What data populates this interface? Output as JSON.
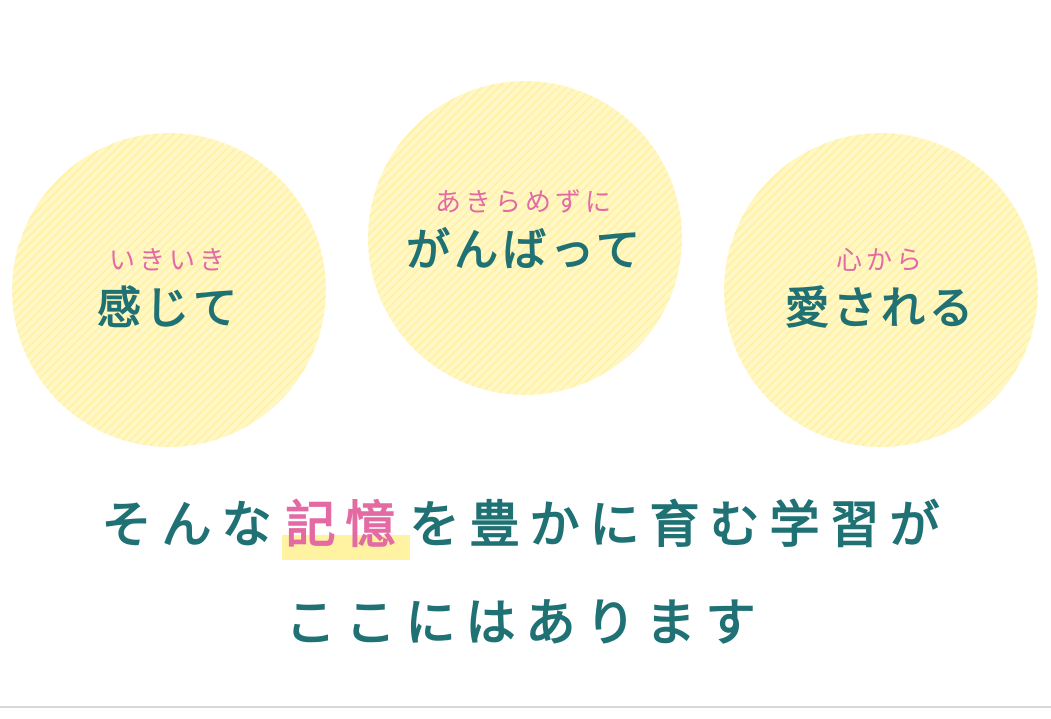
{
  "circles": [
    {
      "sub": "いきいき",
      "main": "感じて"
    },
    {
      "sub": "あきらめずに",
      "main": "がんばって"
    },
    {
      "sub": "心から",
      "main": "愛される"
    }
  ],
  "headline": {
    "line1_before": "そんな",
    "line1_highlight": "記憶",
    "line1_after": "を豊かに育む学習が",
    "line2": "ここにはあります"
  },
  "colors": {
    "teal": "#1f7174",
    "pink": "#e46aa3",
    "circle_yellow": "#fff8c6",
    "highlight_yellow": "#fff2a0"
  }
}
